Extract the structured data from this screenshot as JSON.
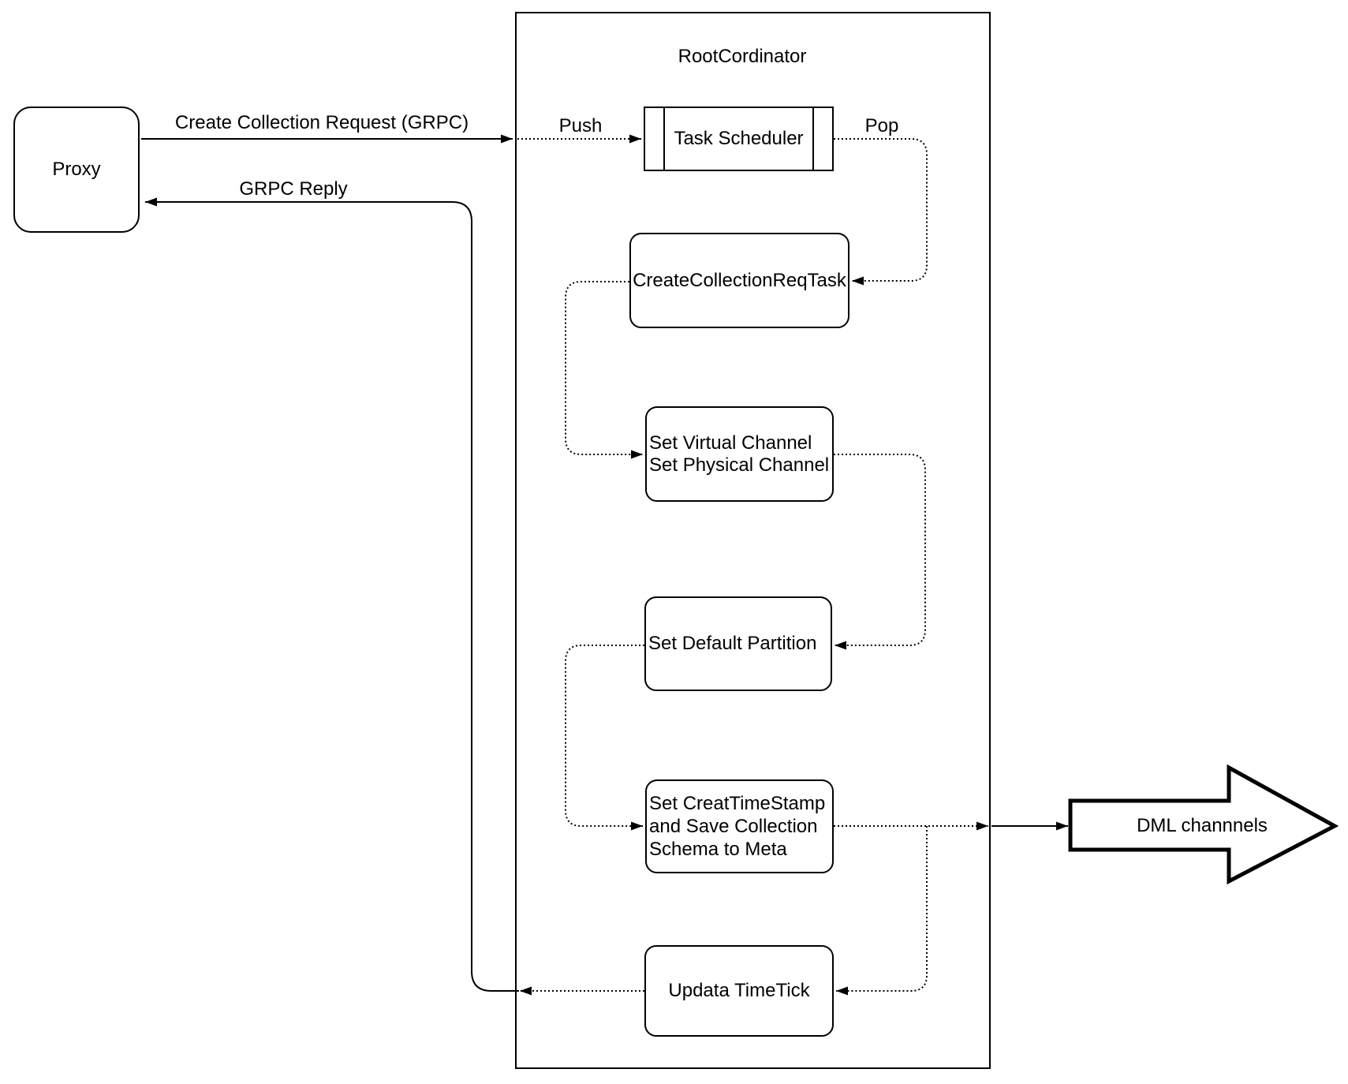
{
  "diagram": {
    "title": "RootCordinator",
    "nodes": {
      "proxy": {
        "label": "Proxy"
      },
      "task_scheduler": {
        "label": "Task Scheduler"
      },
      "create_collection_req_task": {
        "label": "CreateCollectionReqTask"
      },
      "set_channels": {
        "line1": "Set Virtual Channel",
        "line2": "Set Physical Channel"
      },
      "set_default_partition": {
        "label": "Set Default Partition"
      },
      "set_create_timestamp": {
        "line1": "Set CreatTimeStamp",
        "line2": "and Save Collection",
        "line3": "Schema to Meta"
      },
      "update_timetick": {
        "label": "Updata TimeTick"
      },
      "dml_channels": {
        "label": "DML channnels"
      }
    },
    "edges": {
      "request_label": "Create Collection Request (GRPC)",
      "reply_label": "GRPC Reply",
      "push_label": "Push",
      "pop_label": "Pop"
    },
    "colors": {
      "stroke": "#000000",
      "fill": "#ffffff",
      "background": "#ffffff"
    }
  }
}
